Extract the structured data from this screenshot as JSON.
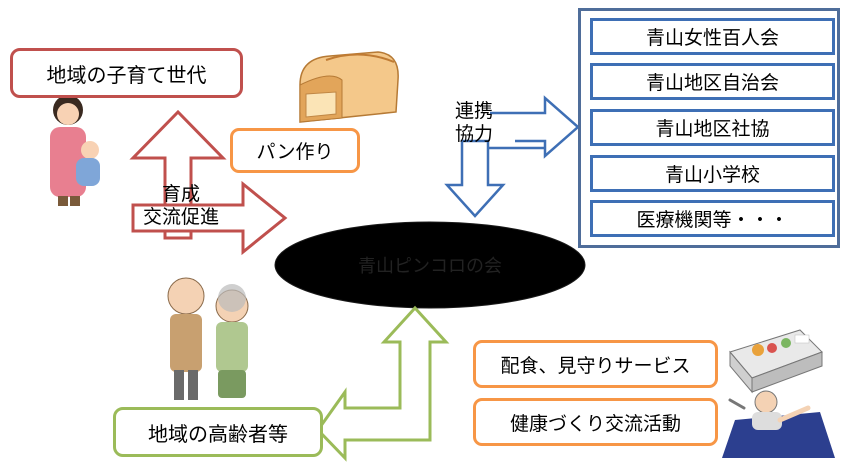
{
  "colors": {
    "red": "#c0504d",
    "orange": "#f79646",
    "green": "#9bbb59",
    "blue": "#3e6fb5",
    "center_fill": "#000000"
  },
  "nodes": {
    "child_generation": "地域の子育て世代",
    "bread_making": "パン作り",
    "center_group": "青山ピンコロの会",
    "elderly": "地域の高齢者等",
    "meal_delivery": "配食、見守りサービス",
    "health_activity": "健康づくり交流活動"
  },
  "labels": {
    "nurture_line1": "育成",
    "nurture_line2": "交流促進",
    "cooperate_line1": "連携",
    "cooperate_line2": "協力"
  },
  "partners": [
    "青山女性百人会",
    "青山地区自治会",
    "青山地区社協",
    "青山小学校",
    "医療機関等・・・"
  ],
  "illustrations": [
    "bread-icon",
    "mother-child-icon",
    "elderly-couple-icon",
    "bento-box-icon",
    "exercise-person-icon"
  ]
}
